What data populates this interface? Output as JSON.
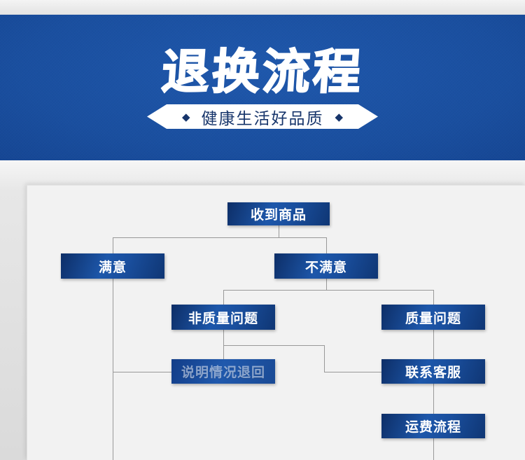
{
  "banner": {
    "title": "退换流程",
    "subtitle": "健康生活好品质",
    "diamond_icon": "◆",
    "background_color": "#164a97",
    "title_color": "#ffffff",
    "ribbon_color": "#ffffff",
    "ribbon_text_color": "#17356b"
  },
  "flowchart": {
    "nodes": [
      {
        "id": "received",
        "label": "收到商品"
      },
      {
        "id": "satisfied",
        "label": "满意"
      },
      {
        "id": "unsatisfied",
        "label": "不满意"
      },
      {
        "id": "non-quality-issue",
        "label": "非质量问题"
      },
      {
        "id": "quality-issue",
        "label": "质量问题"
      },
      {
        "id": "explain-and-return",
        "label": "说明情况退回",
        "muted": true
      },
      {
        "id": "contact-customer-service",
        "label": "联系客服"
      },
      {
        "id": "shipping-fee-process",
        "label": "运费流程"
      }
    ],
    "edges": [
      {
        "from": "received",
        "to": "satisfied"
      },
      {
        "from": "received",
        "to": "unsatisfied"
      },
      {
        "from": "unsatisfied",
        "to": "non-quality-issue"
      },
      {
        "from": "unsatisfied",
        "to": "quality-issue"
      },
      {
        "from": "non-quality-issue",
        "to": "explain-and-return"
      },
      {
        "from": "non-quality-issue",
        "to": "contact-customer-service"
      },
      {
        "from": "quality-issue",
        "to": "contact-customer-service"
      },
      {
        "from": "satisfied",
        "to": "explain-and-return"
      },
      {
        "from": "contact-customer-service",
        "to": "shipping-fee-process"
      }
    ],
    "node_color_start": "#0d2e67",
    "node_color_mid": "#1d57aa",
    "line_color": "#999999",
    "panel_color": "#f2f2f2"
  }
}
